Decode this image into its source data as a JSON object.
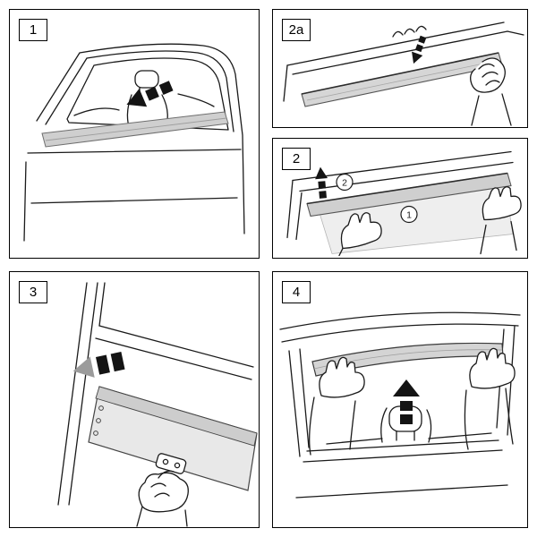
{
  "sheet": {
    "background_color": "#ffffff",
    "line_color": "#1a1a1a",
    "deflector_fill_color": "#d6d6d6",
    "glass_fill_color": "#eeeeee",
    "arrow_color": "#141414",
    "gray_arrow_color": "#9b9b9b"
  },
  "panels": [
    {
      "step": "1",
      "illustration": "car-side-view-deflector-inserted-through-rear-window",
      "arrow": "arrow-down-left"
    },
    {
      "step": "2a",
      "illustration": "hands-holding-deflector-under-window-channel",
      "arrow": "arrow-down"
    },
    {
      "step": "2",
      "illustration": "hands-fitting-deflector-into-window-channel",
      "arrow": "arrow-up",
      "callouts": {
        "c1": "1",
        "c2": "2"
      }
    },
    {
      "step": "3",
      "illustration": "clip-fastening-at-front-edge-of-deflector",
      "arrow": "arrow-left"
    },
    {
      "step": "4",
      "illustration": "hands-pressing-deflector-up-into-top-frame",
      "arrow": "arrow-up"
    }
  ]
}
